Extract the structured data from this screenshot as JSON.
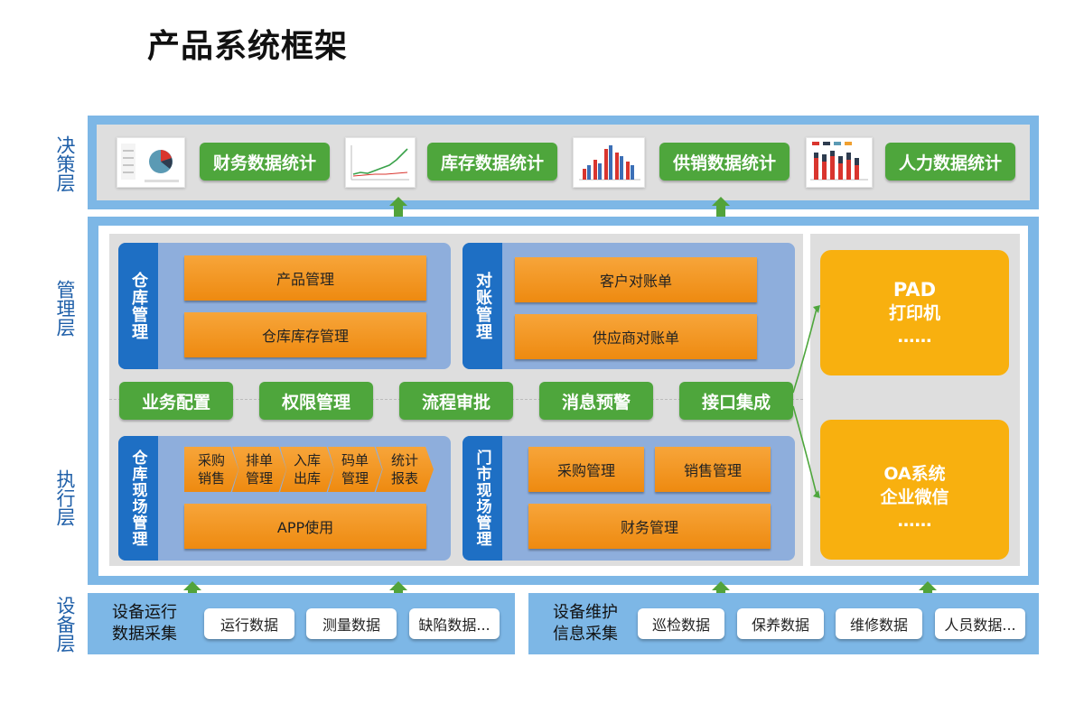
{
  "title": "产品系统框架",
  "layers": {
    "decision": "决策层",
    "management": "管理层",
    "execution": "执行层",
    "equipment": "设备层"
  },
  "decision_stats": [
    "财务数据统计",
    "库存数据统计",
    "供销数据统计",
    "人力数据统计"
  ],
  "warehouse_mgmt": {
    "tab": "仓库管理",
    "items": [
      "产品管理",
      "仓库库存管理"
    ]
  },
  "reconcile_mgmt": {
    "tab": "对账管理",
    "items": [
      "客户对账单",
      "供应商对账单"
    ]
  },
  "middle_functions": [
    "业务配置",
    "权限管理",
    "流程审批",
    "消息预警",
    "接口集成"
  ],
  "warehouse_site": {
    "tab": "仓库现场管理",
    "flow": [
      "采购\n销售",
      "排单\n管理",
      "入库\n出库",
      "码单\n管理",
      "统计\n报表"
    ],
    "app": "APP使用"
  },
  "store_site": {
    "tab": "门市现场管理",
    "items": [
      "采购管理",
      "销售管理",
      "财务管理"
    ]
  },
  "devices_right": {
    "pad": {
      "line1": "PAD",
      "line2": "打印机",
      "line3": "……"
    },
    "oa": {
      "line1": "OA系统",
      "line2": "企业微信",
      "line3": "……"
    }
  },
  "equipment_left": {
    "label": "设备运行\n数据采集",
    "chips": [
      "运行数据",
      "测量数据",
      "缺陷数据..."
    ]
  },
  "equipment_right": {
    "label": "设备维护\n信息采集",
    "chips": [
      "巡检数据",
      "保养数据",
      "维修数据",
      "人员数据..."
    ]
  },
  "colors": {
    "band": "#7db7e6",
    "green": "#4ea63c",
    "orange": "#ee8a10",
    "blue_tab": "#1e6fc4",
    "yellow": "#f8b00f",
    "group_bg": "#8eaedc"
  },
  "icons": [
    "arrow-up-icon",
    "curved-arrow-icon",
    "chart-thumbnail-icon"
  ]
}
